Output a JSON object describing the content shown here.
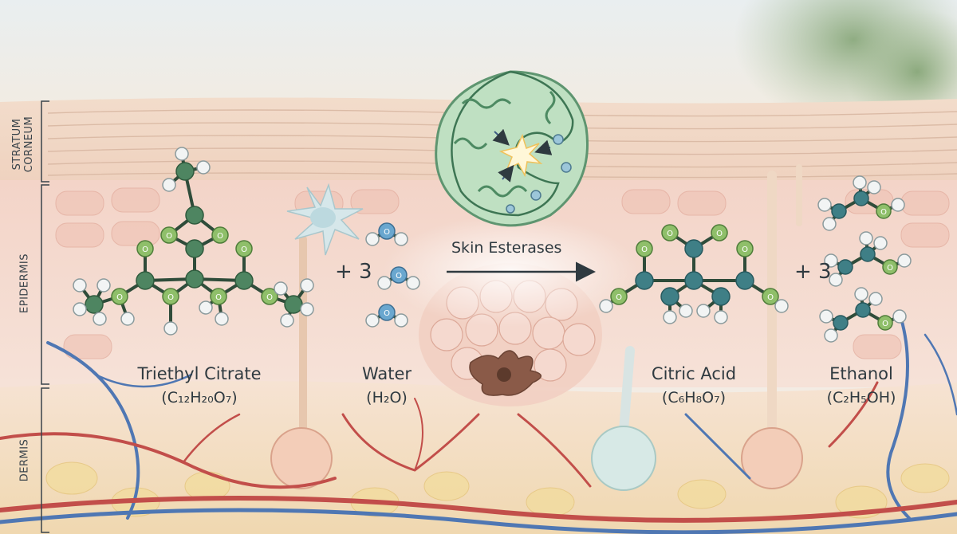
{
  "layers": {
    "stratum_corneum": [
      "STRATUM",
      "CORNEUM"
    ],
    "epidermis": "EPIDERMIS",
    "dermis": "DERMIS"
  },
  "reaction": {
    "reactant": {
      "name": "Triethyl Citrate",
      "formula": "(C₁₂H₂₀O₇)"
    },
    "coefficient_water": "+ 3",
    "water": {
      "name": "Water",
      "formula": "(H₂O)"
    },
    "enzyme": "Skin Esterases",
    "product": {
      "name": "Citric Acid",
      "formula": "(C₆H₈O₇)"
    },
    "coefficient_ethanol": "+ 3",
    "ethanol": {
      "name": "Ethanol",
      "formula": "(C₂H₅OH)"
    }
  },
  "atom_label": "O",
  "colors": {
    "carbon": "#4e8561",
    "oxygen": "#8fbf6a",
    "hydrogen": "#f2f4f4",
    "water_oxygen": "#6aa7cf",
    "product_carbon": "#3f7f86",
    "vein_red": "#c24e4a",
    "vein_blue": "#4f77b3",
    "enzyme": "#7fb489"
  }
}
